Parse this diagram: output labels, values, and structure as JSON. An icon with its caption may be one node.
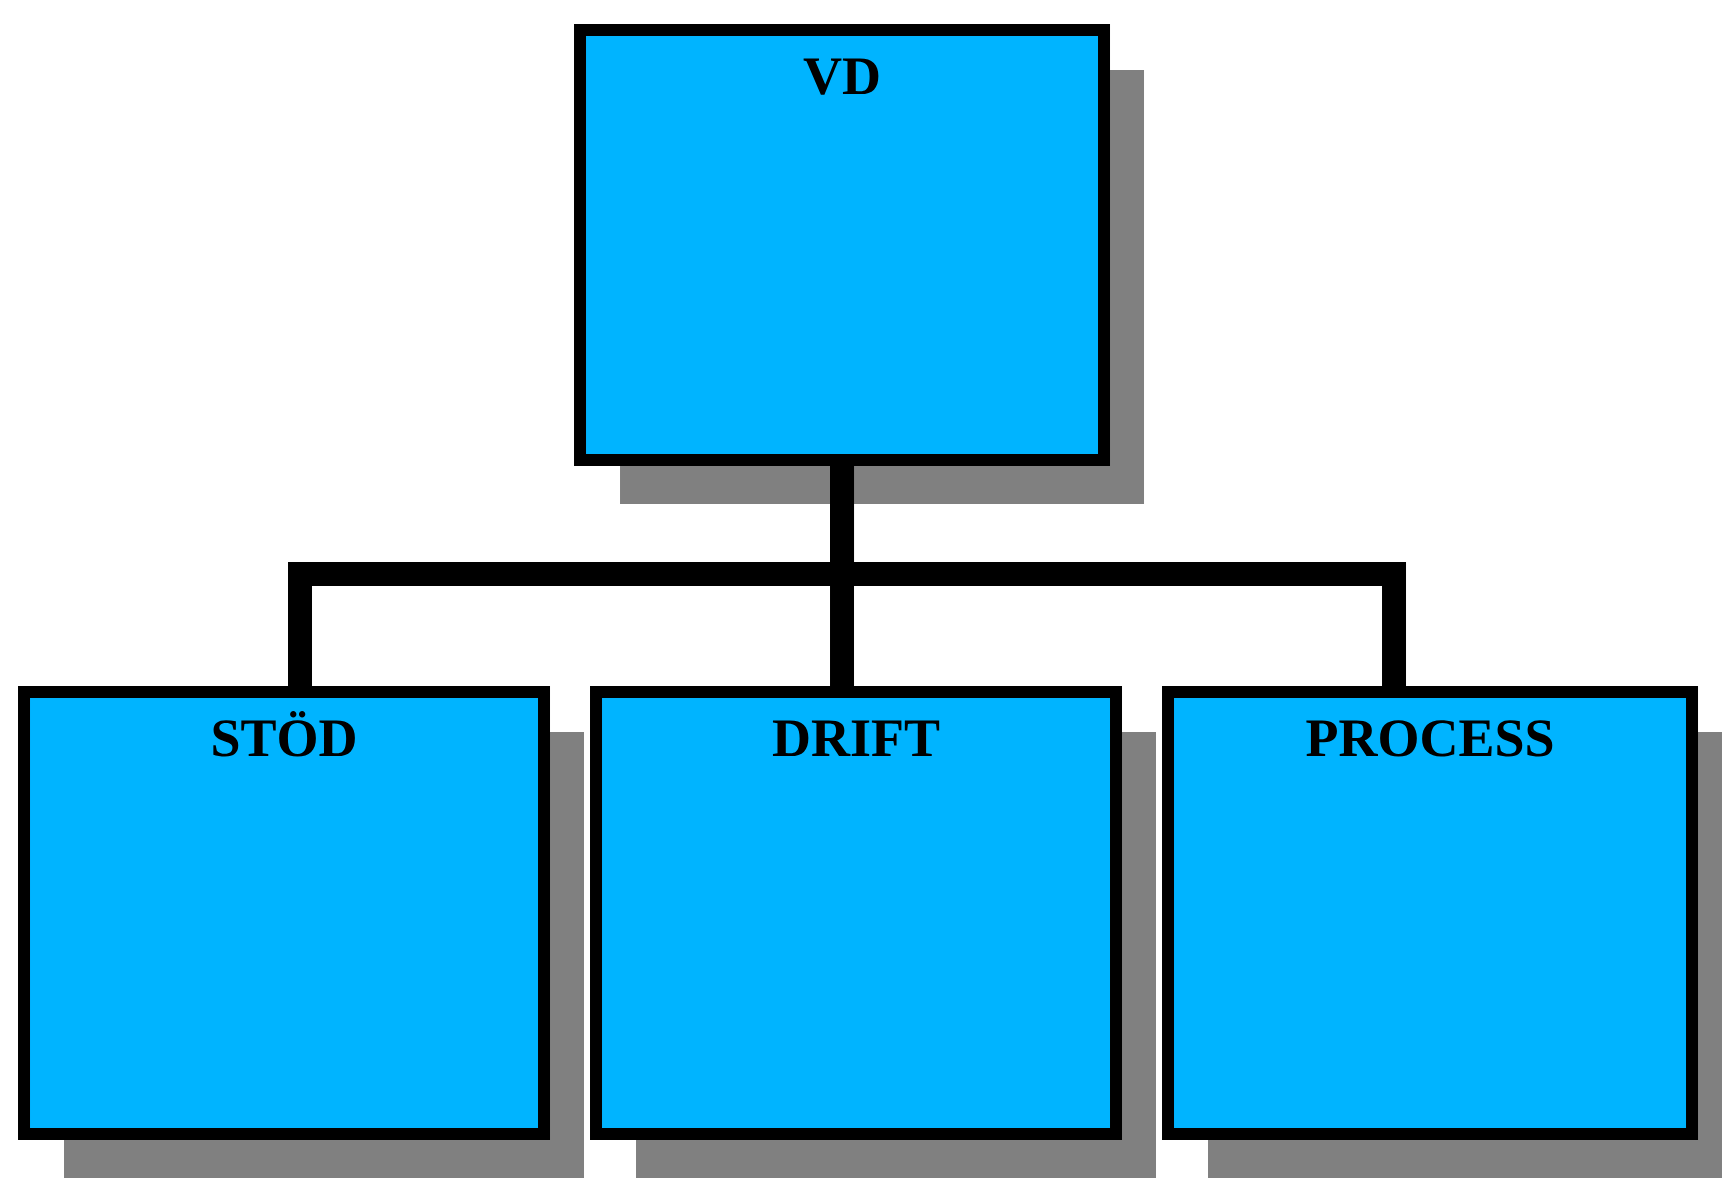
{
  "diagram": {
    "nodes": [
      {
        "text": [
          "VD"
        ]
      },
      {
        "text": [
          "STÖD"
        ]
      },
      {
        "text": [
          "DRIFT"
        ]
      },
      {
        "text": [
          "PROCESS"
        ]
      }
    ],
    "edges": [
      {
        "from": 0,
        "to": 1,
        "arrow": "none"
      },
      {
        "from": 0,
        "to": 2,
        "arrow": "none"
      },
      {
        "from": 0,
        "to": 3,
        "arrow": "none"
      }
    ]
  }
}
